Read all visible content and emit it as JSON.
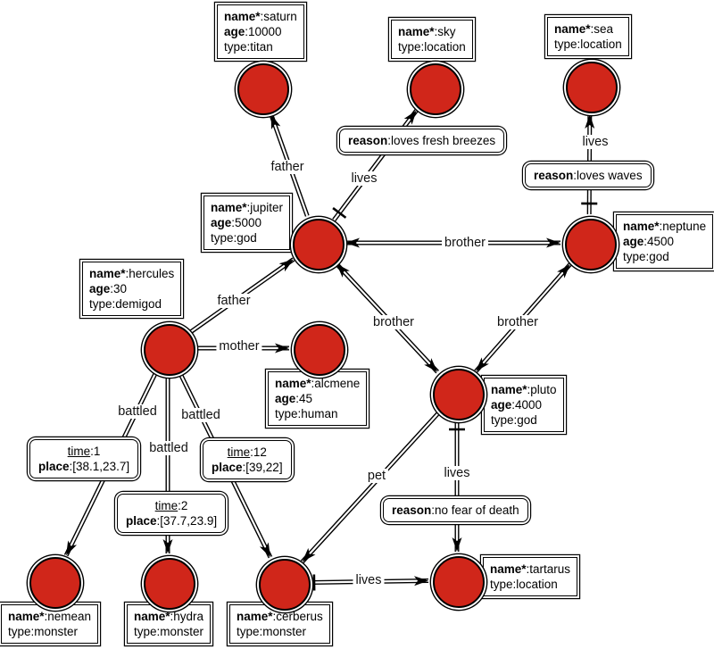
{
  "colors": {
    "node_fill": "#d0261a",
    "edge_stroke": "#000000"
  },
  "nodes": {
    "saturn": {
      "props": [
        {
          "k": "name*",
          "v": ":saturn"
        },
        {
          "k": "age",
          "v": ":10000"
        },
        {
          "k": "type",
          "v": ":titan"
        }
      ]
    },
    "sky": {
      "props": [
        {
          "k": "name*",
          "v": ":sky"
        },
        {
          "k": "type",
          "v": ":location"
        }
      ]
    },
    "sea": {
      "props": [
        {
          "k": "name*",
          "v": ":sea"
        },
        {
          "k": "type",
          "v": ":location"
        }
      ]
    },
    "jupiter": {
      "props": [
        {
          "k": "name*",
          "v": ":jupiter"
        },
        {
          "k": "age",
          "v": ":5000"
        },
        {
          "k": "type",
          "v": ":god"
        }
      ]
    },
    "neptune": {
      "props": [
        {
          "k": "name*",
          "v": ":neptune"
        },
        {
          "k": "age",
          "v": ":4500"
        },
        {
          "k": "type",
          "v": ":god"
        }
      ]
    },
    "hercules": {
      "props": [
        {
          "k": "name*",
          "v": ":hercules"
        },
        {
          "k": "age",
          "v": ":30"
        },
        {
          "k": "type",
          "v": ":demigod"
        }
      ]
    },
    "alcmene": {
      "props": [
        {
          "k": "name*",
          "v": ":alcmene"
        },
        {
          "k": "age",
          "v": ":45"
        },
        {
          "k": "type",
          "v": ":human"
        }
      ]
    },
    "pluto": {
      "props": [
        {
          "k": "name*",
          "v": ":pluto"
        },
        {
          "k": "age",
          "v": ":4000"
        },
        {
          "k": "type",
          "v": ":god"
        }
      ]
    },
    "nemean": {
      "props": [
        {
          "k": "name*",
          "v": ":nemean"
        },
        {
          "k": "type",
          "v": ":monster"
        }
      ]
    },
    "hydra": {
      "props": [
        {
          "k": "name*",
          "v": ":hydra"
        },
        {
          "k": "type",
          "v": ":monster"
        }
      ]
    },
    "cerberus": {
      "props": [
        {
          "k": "name*",
          "v": ":cerberus"
        },
        {
          "k": "type",
          "v": ":monster"
        }
      ]
    },
    "tartarus": {
      "props": [
        {
          "k": "name*",
          "v": ":tartarus"
        },
        {
          "k": "type",
          "v": ":location"
        }
      ]
    }
  },
  "edge_labels": {
    "father": "father",
    "mother": "mother",
    "brother": "brother",
    "battled": "battled",
    "lives": "lives",
    "pet": "pet"
  },
  "edge_boxes": {
    "sky_lives": [
      {
        "k": "reason",
        "v": ":loves fresh breezes"
      }
    ],
    "sea_lives": [
      {
        "k": "reason",
        "v": ":loves waves"
      }
    ],
    "battled_nemean": [
      {
        "k": "time",
        "v": ":1"
      },
      {
        "k": "place",
        "v": ":[38.1,23.7]"
      }
    ],
    "battled_cerberus": [
      {
        "k": "time",
        "v": ":12"
      },
      {
        "k": "place",
        "v": ":[39,22]"
      }
    ],
    "battled_hydra": [
      {
        "k": "time",
        "v": ":2"
      },
      {
        "k": "place",
        "v": ":[37.7,23.9]"
      }
    ],
    "pluto_lives": [
      {
        "k": "reason",
        "v": ":no fear of death"
      }
    ]
  }
}
